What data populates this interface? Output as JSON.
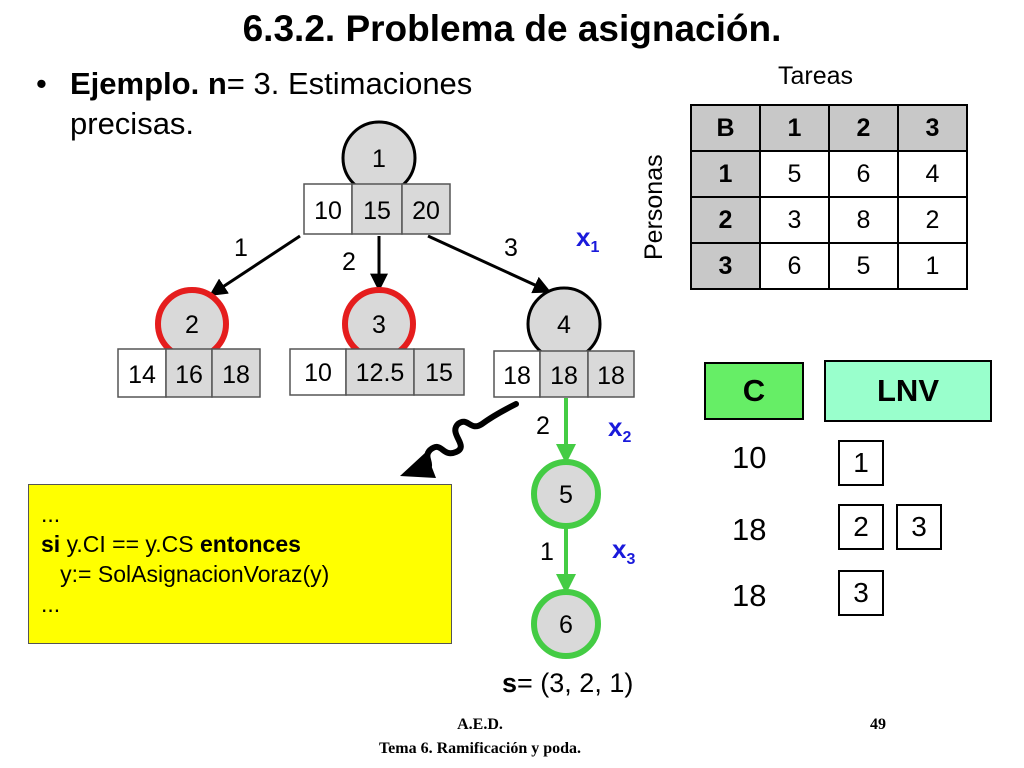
{
  "title": "6.3.2. Problema de asignación.",
  "bullet": {
    "symbol": "•",
    "bold": "Ejemplo.",
    "n_bold": "n",
    "rest_line1": "= 3. Estimaciones",
    "line2": "precisas."
  },
  "table": {
    "col_label": "Tareas",
    "row_label": "Personas",
    "header": [
      "B",
      "1",
      "2",
      "3"
    ],
    "rows": [
      {
        "label": "1",
        "values": [
          "5",
          "6",
          "4"
        ]
      },
      {
        "label": "2",
        "values": [
          "3",
          "8",
          "2"
        ]
      },
      {
        "label": "3",
        "values": [
          "6",
          "5",
          "1"
        ]
      }
    ]
  },
  "tree": {
    "nodes": [
      {
        "id": "1",
        "bounds": [
          "10",
          "15",
          "20"
        ]
      },
      {
        "id": "2",
        "bounds": [
          "14",
          "16",
          "18"
        ]
      },
      {
        "id": "3",
        "bounds": [
          "10",
          "12.5",
          "15"
        ]
      },
      {
        "id": "4",
        "bounds": [
          "18",
          "18",
          "18"
        ]
      },
      {
        "id": "5"
      },
      {
        "id": "6"
      }
    ],
    "edge_labels": [
      "1",
      "2",
      "3",
      "2",
      "1"
    ],
    "levels": [
      {
        "var": "x",
        "sub": "1"
      },
      {
        "var": "x",
        "sub": "2"
      },
      {
        "var": "x",
        "sub": "3"
      }
    ],
    "colors": {
      "pruned": "#e51d1d",
      "solution": "#44cc44",
      "node_fill": "#d9d9d9",
      "var_label": "#1a1adb"
    }
  },
  "solution": {
    "bold": "s",
    "rest": "= (3, 2, 1)"
  },
  "code": {
    "line1": "...",
    "line2_kw1": "si",
    "line2_mid": " y.CI == y.CS ",
    "line2_kw2": "entonces",
    "line3": "   y:= SolAsignacionVoraz(y)",
    "line4": "..."
  },
  "trace": {
    "c_header": "C",
    "lnv_header": "LNV",
    "rows": [
      {
        "c": "10",
        "lnv": [
          "1"
        ]
      },
      {
        "c": "18",
        "lnv": [
          "2",
          "3"
        ]
      },
      {
        "c": "18",
        "lnv": [
          "3"
        ]
      }
    ],
    "colors": {
      "c_header": "#66ee66",
      "lnv_header": "#99ffcc"
    }
  },
  "footer": {
    "line1": "A.E.D.",
    "line2": "Tema 6. Ramificación y poda.",
    "page": "49"
  }
}
